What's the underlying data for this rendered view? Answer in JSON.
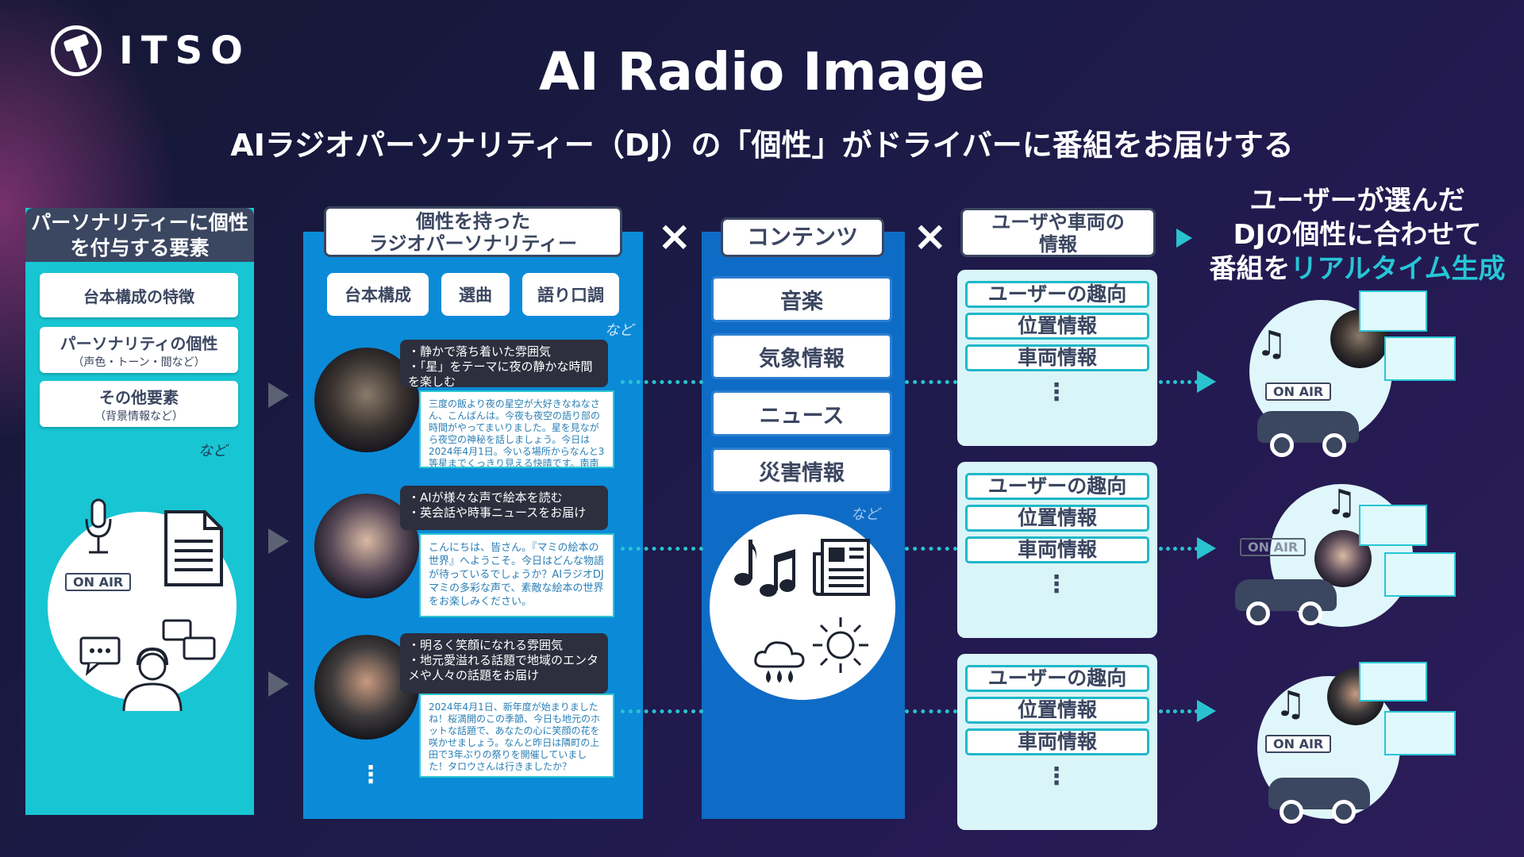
{
  "header": {
    "logo_text": "ITSO",
    "title": "AI Radio Image",
    "subtitle": "AIラジオパーソナリティー（DJ）の「個性」がドライバーに番組をお届けする"
  },
  "col1": {
    "heading_line1": "パーソナリティーに個性",
    "heading_line2": "を付与する要素",
    "items": [
      {
        "label": "台本構成の特徴",
        "sub": ""
      },
      {
        "label": "パーソナリティの個性",
        "sub": "（声色・トーン・間など）"
      },
      {
        "label": "その他要素",
        "sub": "（背景情報など）"
      }
    ],
    "etc": "など",
    "on_air": "ON AIR"
  },
  "col2": {
    "heading_line1": "個性を持った",
    "heading_line2": "ラジオパーソナリティー",
    "pills": [
      "台本構成",
      "選曲",
      "語り口調"
    ],
    "etc": "など",
    "djs": [
      {
        "bubble": [
          "・静かで落ち着いた雰囲気",
          "・「星」をテーマに夜の静かな時間を楽しむ"
        ],
        "script": "三度の飯より夜の星空が大好きなねなさん、こんばんは。今夜も夜空の語り部の時間がやってまいりました。星を見ながら夜空の神秘を話しましょう。今日は2024年4月1日。今いる場所からなんと3等星までくっきり見える快晴です。南南西の方角で…"
      },
      {
        "bubble": [
          "・AIが様々な声で絵本を読む",
          "・英会話や時事ニュースをお届け"
        ],
        "script": "こんにちは、皆さん。『マミの絵本の世界』へようこそ。今日はどんな物語が待っているでしょうか？AIラジオDJマミの多彩な声で、素敵な絵本の世界をお楽しみください。"
      },
      {
        "bubble": [
          "・明るく笑顔になれる雰囲気",
          "・地元愛溢れる話題で地域のエンタメや人々の話題をお届け"
        ],
        "script": "2024年4月1日、新年度が始まりましたね！桜満開のこの季節、今日も地元のホットな話題で、あなたの心に笑顔の花を咲かせましょう。なんと昨日は隣町の上田で3年ぶりの祭りを開催していました！タロウさんは行きましたか？"
      }
    ],
    "more": "⋮"
  },
  "col3": {
    "heading": "コンテンツ",
    "items": [
      "音楽",
      "気象情報",
      "ニュース",
      "災害情報"
    ],
    "etc": "など"
  },
  "col4": {
    "heading_line1": "ユーザや車両の",
    "heading_line2": "情報",
    "items": [
      "ユーザーの趣向",
      "位置情報",
      "車両情報"
    ],
    "more": "⋮"
  },
  "operators": {
    "times": "×"
  },
  "result": {
    "line1": "ユーザーが選んだ",
    "line2": "DJの個性に合わせて",
    "line3_prefix": "番組を",
    "line3_highlight": "リアルタイム生成",
    "on_air": "ON AIR"
  },
  "colors": {
    "bg": "#1b1a45",
    "col1": "#18c5d3",
    "col2": "#0b8ad8",
    "col3": "#0f6cc6",
    "accent": "#26c6d6",
    "dark": "#3b4660"
  }
}
